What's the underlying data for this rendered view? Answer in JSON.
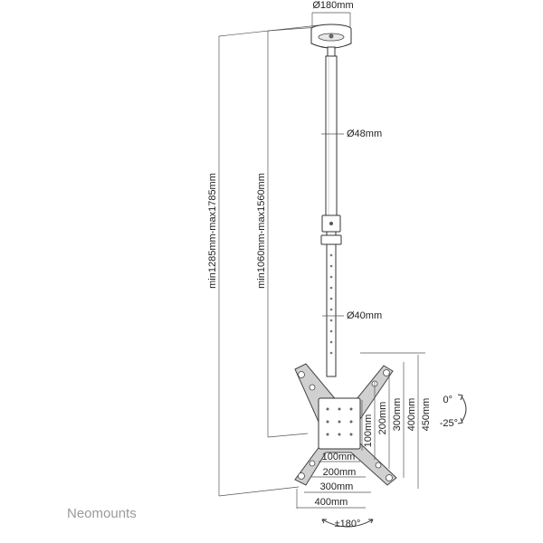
{
  "dimensions": {
    "base_diameter": "Ø180mm",
    "upper_tube_diameter": "Ø48mm",
    "lower_tube_diameter": "Ø40mm",
    "overall_height": "min1285mm-max1785mm",
    "pole_height": "min1060mm-max1560mm",
    "vesa_horizontal": [
      "100mm",
      "200mm",
      "300mm",
      "400mm"
    ],
    "vesa_vertical": [
      "100mm",
      "200mm",
      "300mm",
      "400mm",
      "450mm"
    ]
  },
  "tilt": {
    "up": "0°",
    "down": "-25°"
  },
  "swivel": "±180°",
  "brand": "Neomounts"
}
